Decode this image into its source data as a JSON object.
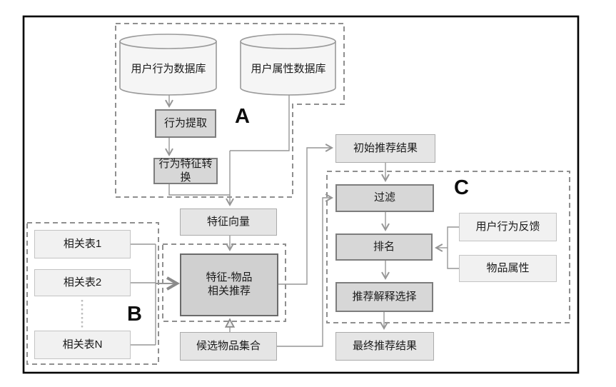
{
  "diagram": {
    "groups": {
      "a": "A",
      "b": "B",
      "c": "C"
    },
    "nodes": {
      "behavior_db": {
        "label": "用户行为数据库"
      },
      "attribute_db": {
        "label": "用户属性数据库"
      },
      "behavior_extract": {
        "label": "行为提取"
      },
      "behavior_convert": {
        "label": "行为特征转换"
      },
      "feature_vector": {
        "label": "特征向量"
      },
      "feature_item_rec": {
        "lines": [
          "特征-物品",
          "相关推荐"
        ]
      },
      "related_table_1": {
        "label": "相关表1"
      },
      "related_table_2": {
        "label": "相关表2"
      },
      "related_table_n": {
        "label": "相关表N"
      },
      "candidate_items": {
        "label": "候选物品集合"
      },
      "initial_results": {
        "label": "初始推荐结果"
      },
      "filter": {
        "label": "过滤"
      },
      "ranking": {
        "label": "排名"
      },
      "user_feedback": {
        "label": "用户行为反馈"
      },
      "item_attributes": {
        "label": "物品属性"
      },
      "explanation_select": {
        "label": "推荐解释选择"
      },
      "final_results": {
        "label": "最终推荐结果"
      }
    },
    "colors": {
      "frame": "#000000",
      "dashed_border": "#8f8f8f",
      "connector": "#969696",
      "node_dark_fill": "#d7d7d7",
      "node_mid_fill": "#e5e5e5",
      "node_light_fill": "#f1f1f1",
      "cylinder_fill": "#f5f5f5"
    }
  }
}
